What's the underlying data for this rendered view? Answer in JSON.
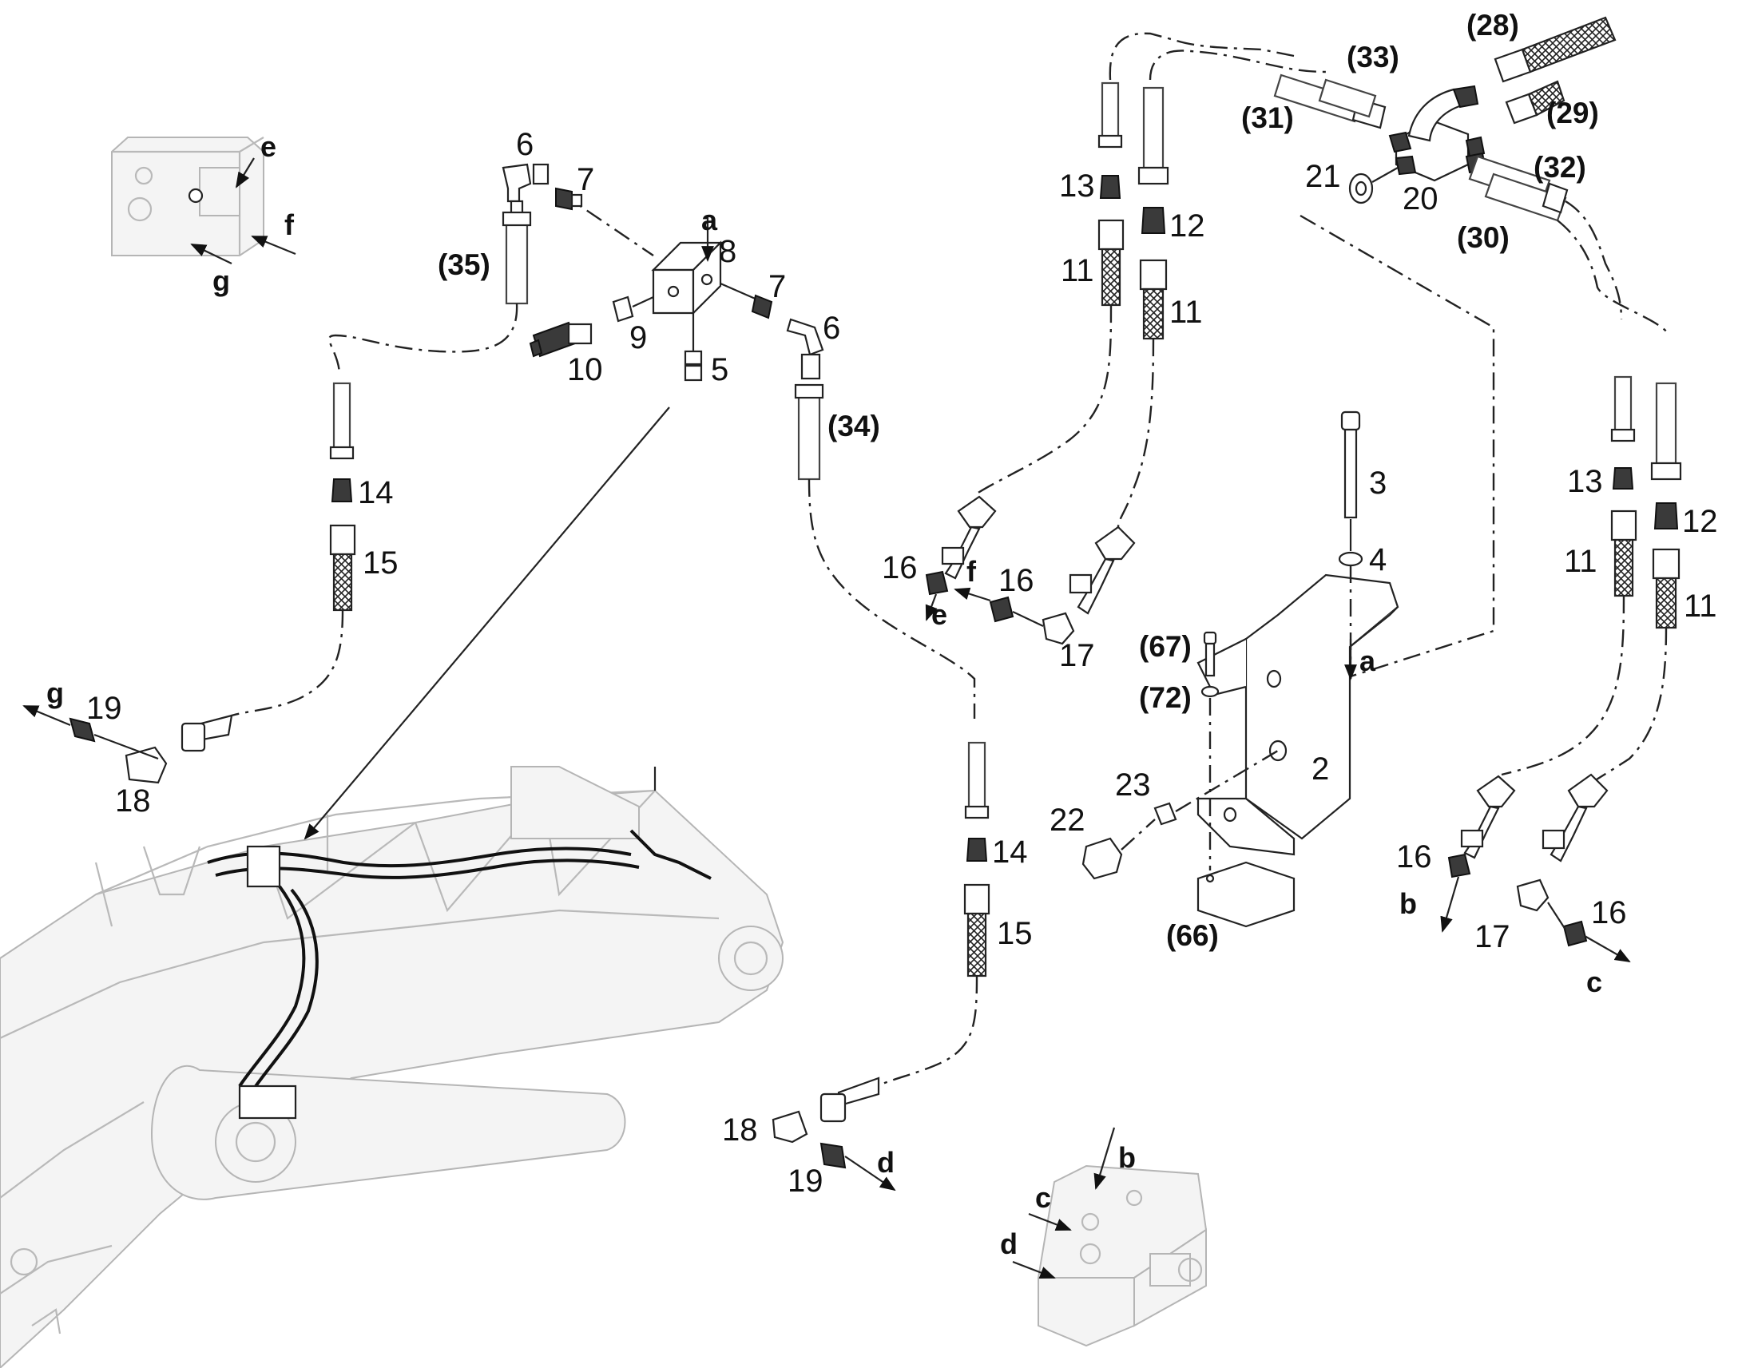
{
  "diagram": {
    "part_labels": {
      "p2": "2",
      "p3": "3",
      "p4": "4",
      "p5": "5",
      "p6a": "6",
      "p6b": "6",
      "p7a": "7",
      "p7b": "7",
      "p8": "8",
      "p9": "9",
      "p10": "10",
      "p11a": "11",
      "p11b": "11",
      "p11c": "11",
      "p11d": "11",
      "p12a": "12",
      "p12b": "12",
      "p13a": "13",
      "p13b": "13",
      "p14a": "14",
      "p14b": "14",
      "p15a": "15",
      "p15b": "15",
      "p16a": "16",
      "p16b": "16",
      "p16c": "16",
      "p16d": "16",
      "p17a": "17",
      "p17b": "17",
      "p18a": "18",
      "p18b": "18",
      "p19a": "19",
      "p19b": "19",
      "p20": "20",
      "p21": "21",
      "p22": "22",
      "p23": "23"
    },
    "ref_labels": {
      "r28": "(28)",
      "r29": "(29)",
      "r30": "(30)",
      "r31": "(31)",
      "r32": "(32)",
      "r33": "(33)",
      "r34": "(34)",
      "r35": "(35)",
      "r66": "(66)",
      "r67": "(67)",
      "r72": "(72)"
    },
    "connection_letters": {
      "a1": "a",
      "a2": "a",
      "b1": "b",
      "b2": "b",
      "c1": "c",
      "c2": "c",
      "d1": "d",
      "d2": "d",
      "e1": "e",
      "e2": "e",
      "f1": "f",
      "f2": "f",
      "g1": "g",
      "g2": "g"
    }
  }
}
